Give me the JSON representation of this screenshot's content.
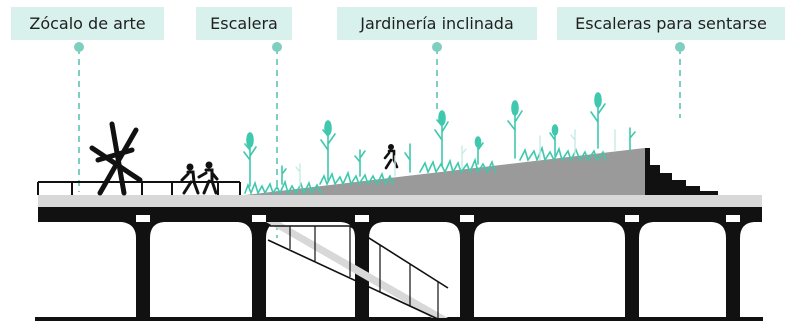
{
  "callouts": [
    {
      "id": "art-plinth",
      "label": "Zócalo de arte"
    },
    {
      "id": "stair",
      "label": "Escalera"
    },
    {
      "id": "sloped-garden",
      "label": "Jardinería inclinada"
    },
    {
      "id": "seating-steps",
      "label": "Escaleras para sentarse"
    }
  ],
  "colors": {
    "callout_bg": "#d8f1ec",
    "leader_line": "#7ecfc0",
    "plants": "#3fc8ad",
    "slope": "#9a9a9a",
    "deck": "#d8d8d8",
    "structure": "#111111"
  }
}
